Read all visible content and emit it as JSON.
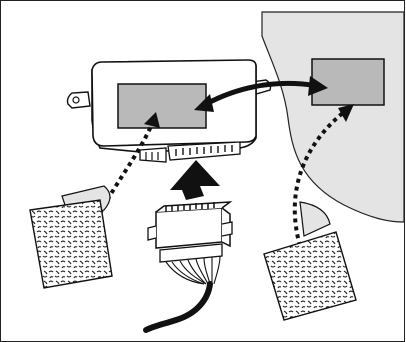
{
  "diagram": {
    "kind": "installation-illustration",
    "steps": [
      "peel-adhesive-pad-for-control-unit",
      "attach-pad-to-control-unit-back",
      "plug-wiring-connector-into-control-unit",
      "peel-adhesive-pad-for-mounting-surface",
      "attach-pad-to-mounting-surface",
      "mount-control-unit-on-surface"
    ],
    "colors": {
      "surface_fill": "#e4e4e4",
      "pad_area_fill": "#b9b9b9",
      "line": "#111111",
      "arrow": "#111111",
      "body": "#ffffff"
    }
  }
}
